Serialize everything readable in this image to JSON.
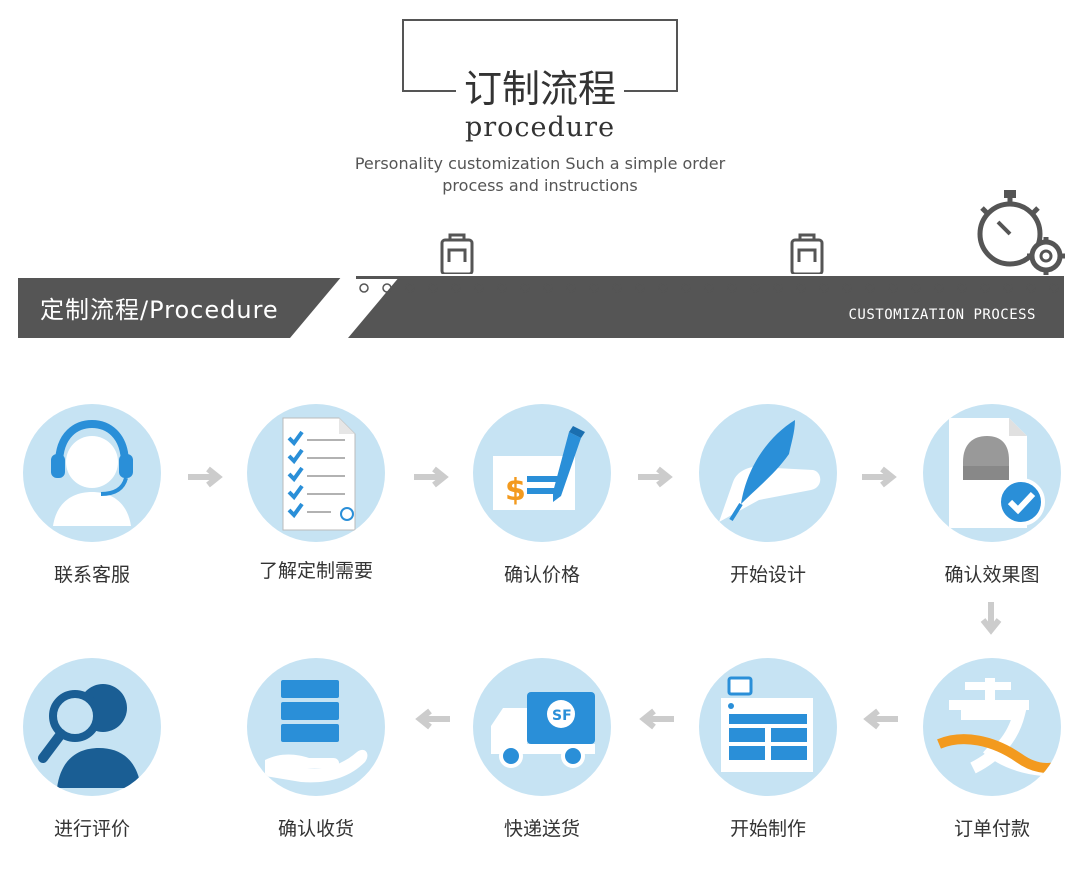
{
  "header": {
    "title_zh": "订制流程",
    "title_en": "procedure",
    "subtitle_line1": "Personality customization Such a simple order",
    "subtitle_line2": "process and instructions"
  },
  "banner": {
    "label": "定制流程/Procedure",
    "caption": "CUSTOMIZATION PROCESS",
    "bar_color": "#555555"
  },
  "steps": [
    {
      "label": "联系客服",
      "icon": "customer-service-headset-icon"
    },
    {
      "label": "了解定制需要",
      "icon": "checklist-document-icon"
    },
    {
      "label": "确认价格",
      "icon": "price-check-pen-icon"
    },
    {
      "label": "开始设计",
      "icon": "feather-design-icon"
    },
    {
      "label": "确认效果图",
      "icon": "mockup-confirm-icon"
    },
    {
      "label": "订单付款",
      "icon": "alipay-icon"
    },
    {
      "label": "开始制作",
      "icon": "production-machine-icon"
    },
    {
      "label": "快递送货",
      "icon": "sf-delivery-truck-icon"
    },
    {
      "label": "确认收货",
      "icon": "receive-package-hand-icon"
    },
    {
      "label": "进行评价",
      "icon": "review-magnifier-person-icon"
    }
  ],
  "colors": {
    "circle_bg": "#c6e3f3",
    "icon_blue": "#2a8fd8",
    "arrow_gray": "#cccccc",
    "accent_orange": "#f39a1e"
  }
}
